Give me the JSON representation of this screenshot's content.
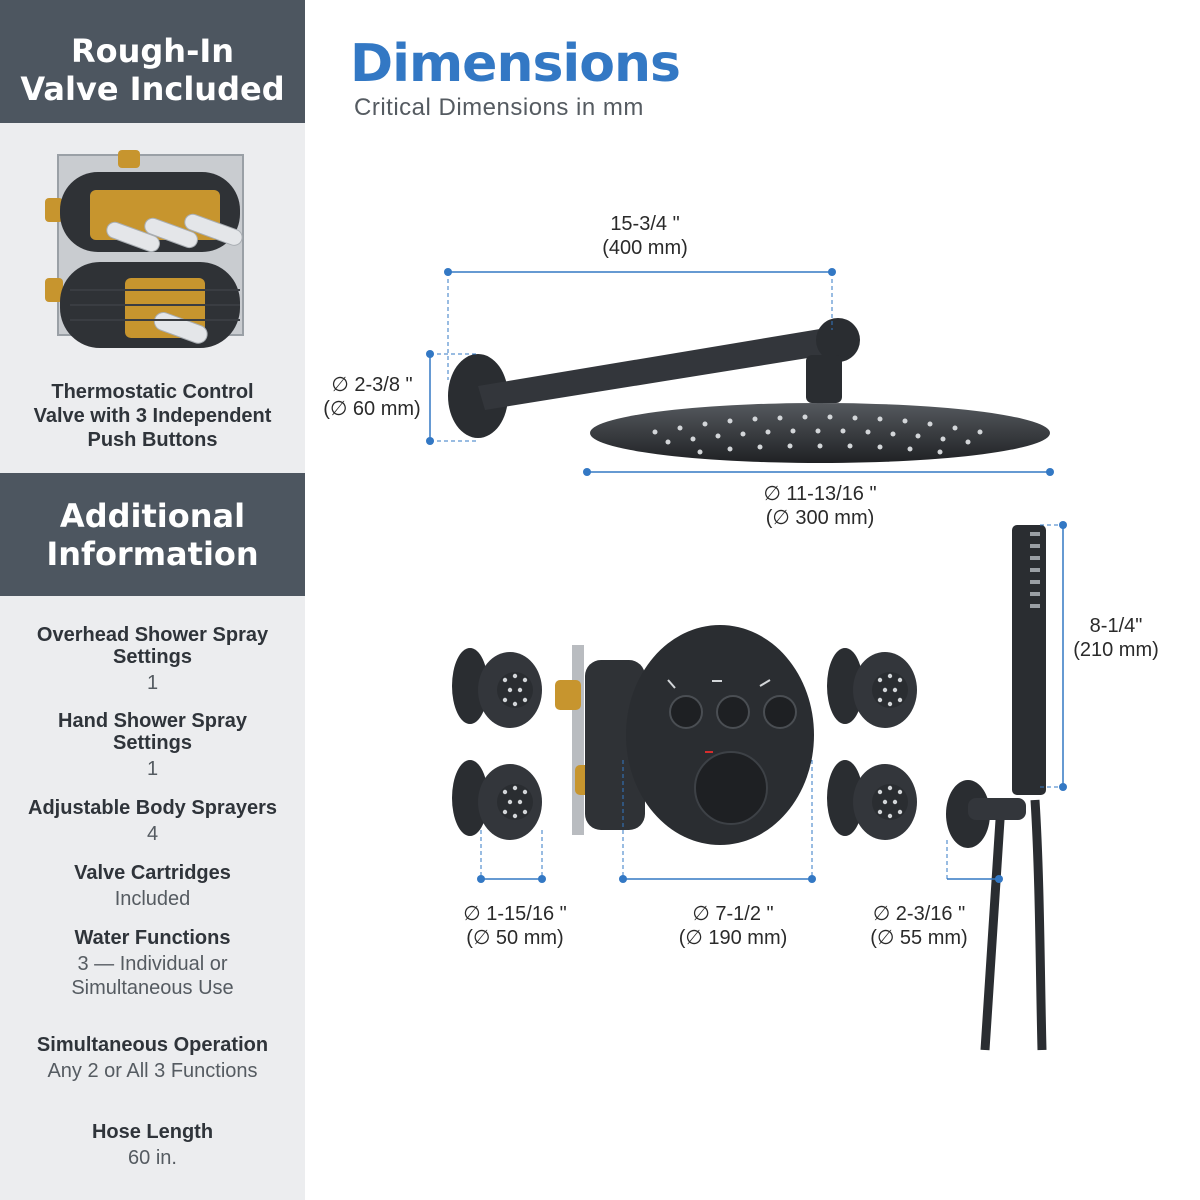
{
  "sidebar": {
    "header1": [
      "Rough-In",
      "Valve Included"
    ],
    "valve_caption": [
      "Thermostatic Control",
      "Valve with 3 Independent",
      "Push Buttons"
    ],
    "header2": [
      "Additional",
      "Information"
    ],
    "specs": [
      {
        "label": [
          "Overhead Shower Spray",
          "Settings"
        ],
        "value": [
          "1"
        ]
      },
      {
        "label": [
          "Hand Shower Spray",
          "Settings"
        ],
        "value": [
          "1"
        ]
      },
      {
        "label": [
          "Adjustable Body Sprayers"
        ],
        "value": [
          "4"
        ]
      },
      {
        "label": [
          "Valve Cartridges"
        ],
        "value": [
          "Included"
        ]
      },
      {
        "label": [
          "Water Functions"
        ],
        "value": [
          "3 — Individual or",
          "Simultaneous Use"
        ]
      },
      {
        "label": [
          "Simultaneous Operation"
        ],
        "value": [
          "Any 2 or All 3 Functions"
        ]
      },
      {
        "label": [
          "Hose Length"
        ],
        "value": [
          "60 in."
        ]
      }
    ]
  },
  "main": {
    "title": "Dimensions",
    "subtitle": "Critical Dimensions in mm"
  },
  "dimensions": {
    "arm_length": {
      "imperial": "15-3/4 \"",
      "metric": "(400 mm)"
    },
    "flange": {
      "imperial": "∅ 2-3/8 \"",
      "metric": "(∅ 60 mm)"
    },
    "shower_head": {
      "imperial": "∅ 11-13/16 \"",
      "metric": "(∅ 300 mm)"
    },
    "hand_shower": {
      "imperial": "8-1/4\"",
      "metric": "(210 mm)"
    },
    "body_sprayer": {
      "imperial": "∅ 1-15/16 \"",
      "metric": "(∅ 50 mm)"
    },
    "trim_plate": {
      "imperial": "∅ 7-1/2 \"",
      "metric": "(∅ 190 mm)"
    },
    "holder": {
      "imperial": "∅ 2-3/16 \"",
      "metric": "(∅ 55 mm)"
    }
  },
  "colors": {
    "accent": "#3378c4",
    "sidebar_header": "#4d5660",
    "sidebar_bg": "#ecedef",
    "fixture": "#2a2d31"
  }
}
